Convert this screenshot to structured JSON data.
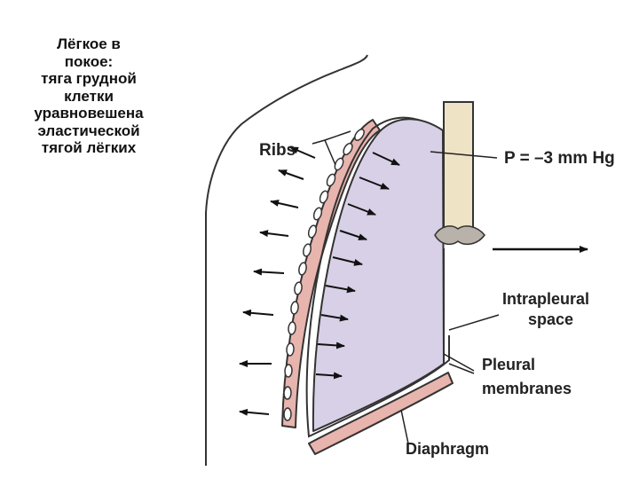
{
  "caption_lines": [
    "Лёгкое в",
    "покое:",
    "тяга грудной",
    "клетки",
    "уравновешена",
    "эластической",
    "тягой лёгких"
  ],
  "labels": {
    "ribs": "Ribs",
    "pressure": "P = –3 mm Hg",
    "intrapleural_line1": "Intrapleural",
    "intrapleural_line2": "space",
    "pleural_line1": "Pleural",
    "pleural_line2": "membranes",
    "diaphragm": "Diaphragm"
  },
  "colors": {
    "lung_fill": "#d7d0e6",
    "rib_wall": "#e8b4ae",
    "outline": "#222222",
    "trachea": "#efe3c6"
  }
}
